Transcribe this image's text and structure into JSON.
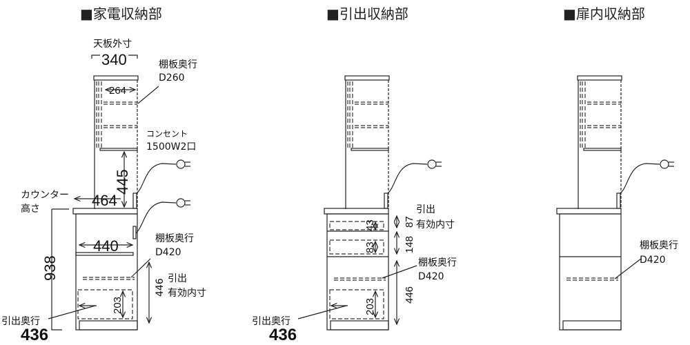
{
  "headings": [
    "■家電収納部",
    "■引出収納部",
    "■扉内収納部"
  ],
  "p1": {
    "top_label": "天板外寸",
    "top_width": "340",
    "shelf_label": "棚板奥行",
    "shelf_d": "D260",
    "inner_w": "264",
    "outlet_label": "コンセント",
    "outlet_spec": "1500W2口",
    "gap": "445",
    "counter_label": "カウンター",
    "counter_label2": "高さ",
    "counter_depth": "464",
    "height": "938",
    "lower_w": "440",
    "shelf2_label": "棚板奥行",
    "shelf2_d": "D420",
    "drawer_h": "446",
    "drawer_label": "引出",
    "drawer_label2": "有効内寸",
    "drawer_inner": "203",
    "drawer_depth_label": "引出奥行",
    "drawer_depth": "436"
  },
  "p2": {
    "drawer_label": "引出",
    "drawer_label2": "有効内寸",
    "d1_inner": "43",
    "d1_h": "87",
    "d2_inner": "83",
    "d2_h": "148",
    "shelf_label": "棚板奥行",
    "shelf_d": "D420",
    "d3_h": "446",
    "d3_inner": "203",
    "drawer_depth_label": "引出奥行",
    "drawer_depth": "436"
  },
  "p3": {
    "shelf_label": "棚板奥行",
    "shelf_d": "D420"
  }
}
